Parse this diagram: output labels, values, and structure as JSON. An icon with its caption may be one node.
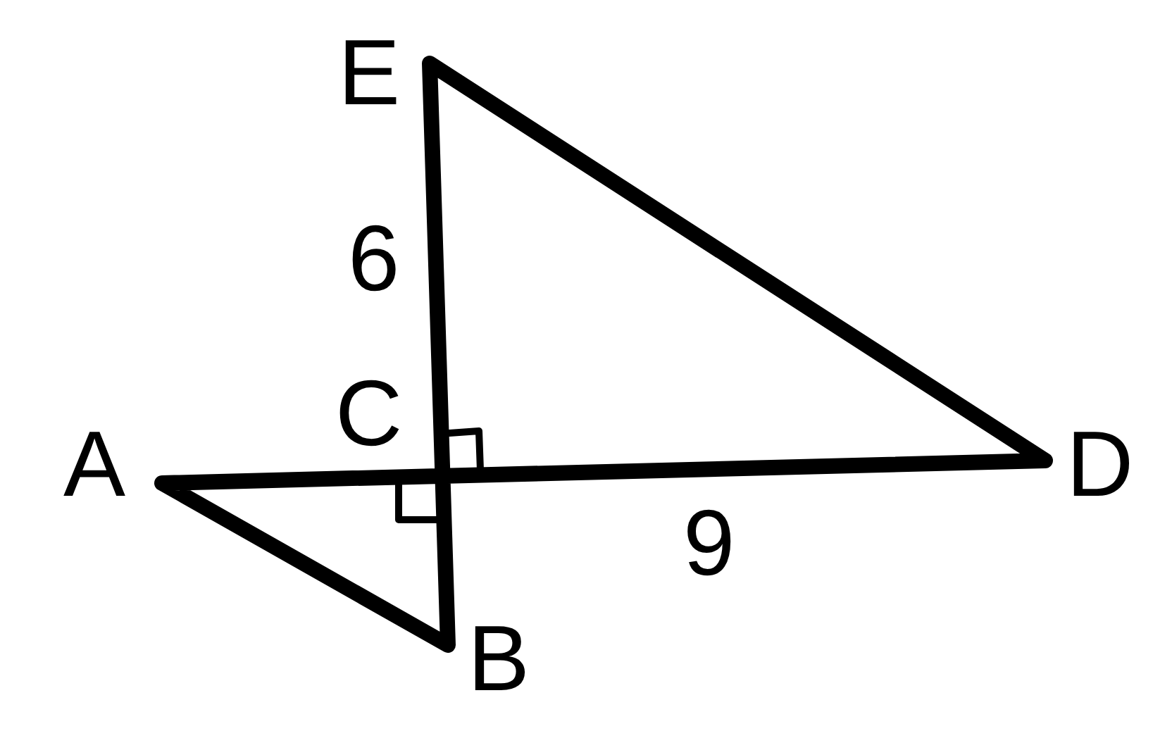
{
  "diagram": {
    "labels": [
      "E",
      "6",
      "C",
      "A",
      "D",
      "9",
      "B"
    ]
  }
}
